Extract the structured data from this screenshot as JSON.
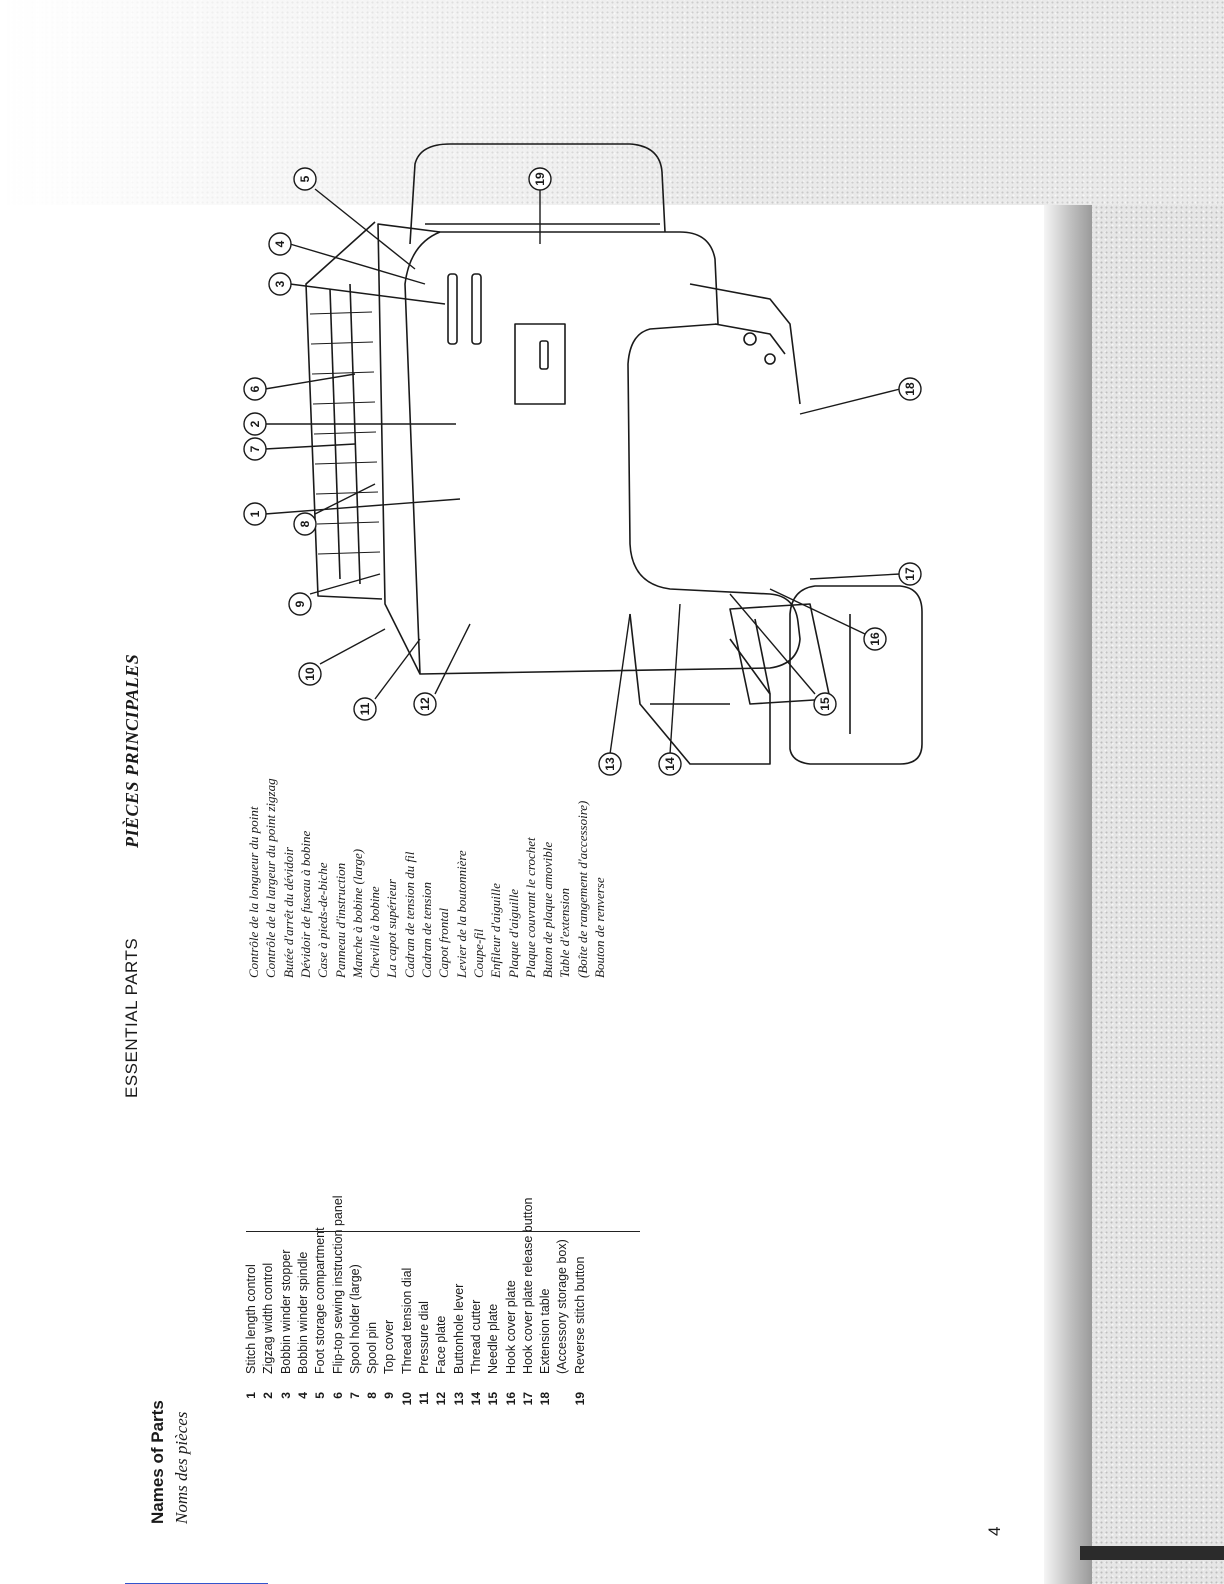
{
  "page": {
    "number": "4",
    "left_header_title": "Names of Parts",
    "left_header_subtitle": "Noms des pièces",
    "center_title": "ESSENTIAL PARTS",
    "right_title": "PIÈCES PRINCIPALES"
  },
  "parts": [
    {
      "num": "1",
      "en": "Stitch length control",
      "fr": "Contrôle de la longueur du point"
    },
    {
      "num": "2",
      "en": "Zigzag width control",
      "fr": "Contrôle de la largeur du point zigzag"
    },
    {
      "num": "3",
      "en": "Bobbin winder stopper",
      "fr": "Butée d'arrêt du dévidoir"
    },
    {
      "num": "4",
      "en": "Bobbin winder spindle",
      "fr": "Dévidoir de fuseau à bobine"
    },
    {
      "num": "5",
      "en": "Foot storage compartment",
      "fr": "Case à pieds-de-biche"
    },
    {
      "num": "6",
      "en": "Flip-top sewing instruction panel",
      "fr": "Panneau d'instruction"
    },
    {
      "num": "7",
      "en": "Spool holder (large)",
      "fr": "Manche à bobine (large)"
    },
    {
      "num": "8",
      "en": "Spool pin",
      "fr": "Cheville à bobine"
    },
    {
      "num": "9",
      "en": "Top cover",
      "fr": "La capot supérieur"
    },
    {
      "num": "10",
      "en": "Thread tension dial",
      "fr": "Cadran de tension du fil"
    },
    {
      "num": "11",
      "en": "Pressure dial",
      "fr": "Cadran de tension"
    },
    {
      "num": "12",
      "en": "Face plate",
      "fr": "Capot frontal"
    },
    {
      "num": "13",
      "en": "Buttonhole lever",
      "fr": "Levier de la boutonnière"
    },
    {
      "num": "14",
      "en": "Thread cutter",
      "fr": "Coupe-fil"
    },
    {
      "num": "15",
      "en": "Needle plate",
      "fr": "Enfileur d'aiguille"
    },
    {
      "num": "16",
      "en": "Hook cover plate",
      "fr": "Plaque d'aiguille"
    },
    {
      "num": "17",
      "en": "Hook cover plate release button",
      "fr": "Plaque couvrant le crochet"
    },
    {
      "num": "18",
      "en": "Extension table",
      "en2": "(Accessory storage box)",
      "fr": "Buton de plaque amovible"
    },
    {
      "num": "19",
      "en": "Reverse stitch button",
      "fr": "Table d'extension"
    }
  ],
  "fr_extra": [
    "(Boîte de rangement d'accessoire)",
    "Bouton de renverse"
  ],
  "callouts": [
    "1",
    "2",
    "3",
    "4",
    "5",
    "6",
    "7",
    "8",
    "9",
    "10",
    "11",
    "12",
    "13",
    "14",
    "15",
    "16",
    "17",
    "18",
    "19"
  ],
  "colors": {
    "ink": "#1a1a1a",
    "paper": "#ffffff",
    "scan_shadow": "#d2d2d2"
  }
}
